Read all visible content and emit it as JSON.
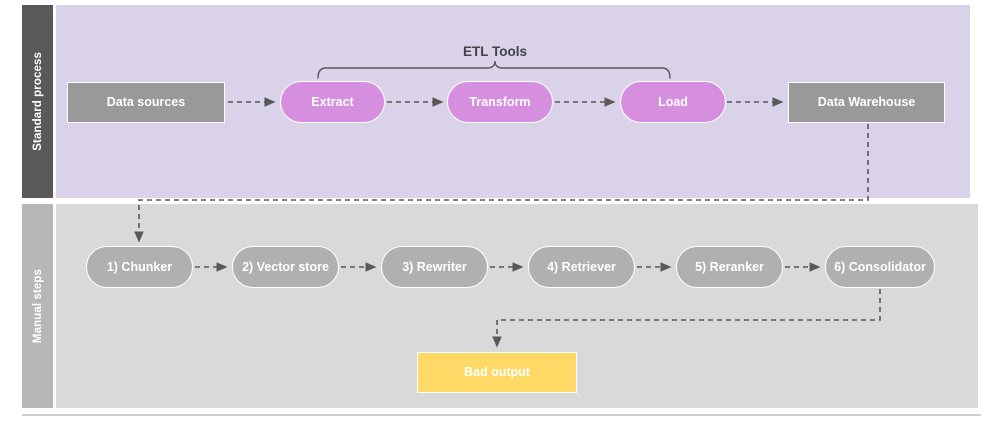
{
  "diagram": {
    "type": "flowchart",
    "title_visible": false,
    "colors": {
      "lane_top_band": "#595959",
      "lane_top_body": "#d9d2e9",
      "lane_bottom_band": "#b7b7b7",
      "lane_bottom_body": "#d9d9d9",
      "node_gray": "#999999",
      "node_purple": "#d68fdf",
      "node_step_gray": "#b0b0b0",
      "node_warning_yellow": "#ffd966",
      "edge": "#595959",
      "text_on_node": "#ffffff",
      "annotation_text": "#434343"
    }
  },
  "lanes": [
    {
      "id": "standard-process",
      "label": "Standard process"
    },
    {
      "id": "manual-steps",
      "label": "Manual steps"
    }
  ],
  "annotations": [
    {
      "id": "etl-tools",
      "label": "ETL Tools",
      "spans": [
        "extract",
        "transform",
        "load"
      ]
    }
  ],
  "nodes": {
    "top": [
      {
        "id": "data-sources",
        "label": "Data sources",
        "shape": "rect",
        "style": "gray"
      },
      {
        "id": "extract",
        "label": "Extract",
        "shape": "pill",
        "style": "purple"
      },
      {
        "id": "transform",
        "label": "Transform",
        "shape": "pill",
        "style": "purple"
      },
      {
        "id": "load",
        "label": "Load",
        "shape": "pill",
        "style": "purple"
      },
      {
        "id": "data-warehouse",
        "label": "Data Warehouse",
        "shape": "rect",
        "style": "gray"
      }
    ],
    "bottom": [
      {
        "id": "chunker",
        "label": "1) Chunker",
        "shape": "pill",
        "style": "step-gray"
      },
      {
        "id": "vector-store",
        "label": "2) Vector store",
        "shape": "pill",
        "style": "step-gray"
      },
      {
        "id": "rewriter",
        "label": "3) Rewriter",
        "shape": "pill",
        "style": "step-gray"
      },
      {
        "id": "retriever",
        "label": "4) Retriever",
        "shape": "pill",
        "style": "step-gray"
      },
      {
        "id": "reranker",
        "label": "5) Reranker",
        "shape": "pill",
        "style": "step-gray"
      },
      {
        "id": "consolidator",
        "label": "6) Consolidator",
        "shape": "pill",
        "style": "step-gray"
      }
    ],
    "output": [
      {
        "id": "bad-output",
        "label": "Bad output",
        "shape": "rect",
        "style": "yellow"
      }
    ]
  },
  "edges": [
    {
      "from": "data-sources",
      "to": "extract",
      "style": "dashed",
      "arrow": true
    },
    {
      "from": "extract",
      "to": "transform",
      "style": "dashed",
      "arrow": true
    },
    {
      "from": "transform",
      "to": "load",
      "style": "dashed",
      "arrow": true
    },
    {
      "from": "load",
      "to": "data-warehouse",
      "style": "dashed",
      "arrow": true
    },
    {
      "from": "data-warehouse",
      "to": "chunker",
      "style": "dashed",
      "arrow": true,
      "routing": "elbow"
    },
    {
      "from": "chunker",
      "to": "vector-store",
      "style": "dashed",
      "arrow": true
    },
    {
      "from": "vector-store",
      "to": "rewriter",
      "style": "dashed",
      "arrow": true
    },
    {
      "from": "rewriter",
      "to": "retriever",
      "style": "dashed",
      "arrow": true
    },
    {
      "from": "retriever",
      "to": "reranker",
      "style": "dashed",
      "arrow": true
    },
    {
      "from": "reranker",
      "to": "consolidator",
      "style": "dashed",
      "arrow": true
    },
    {
      "from": "consolidator",
      "to": "bad-output",
      "style": "dashed",
      "arrow": true,
      "routing": "elbow"
    }
  ]
}
